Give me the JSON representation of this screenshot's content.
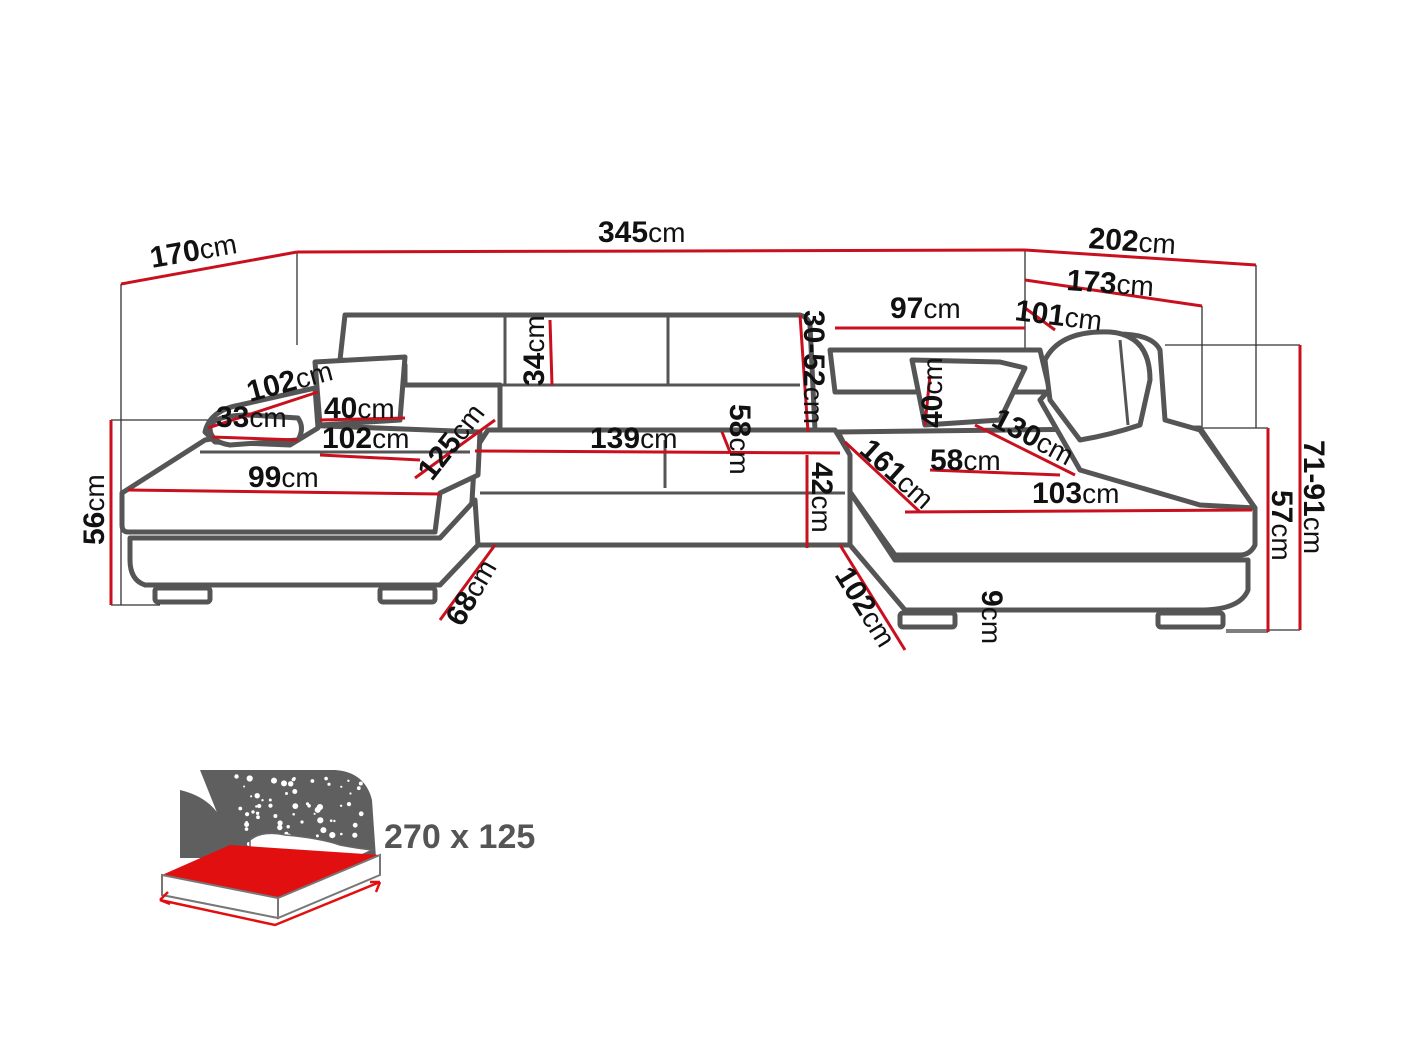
{
  "colors": {
    "dimension_line": "#c8101e",
    "outline": "#555555",
    "mattress": "#e10f0f",
    "night": "#5f5f5f"
  },
  "unit": "cm",
  "dimensions": [
    {
      "id": "total-width",
      "value": "345"
    },
    {
      "id": "left-depth",
      "value": "170"
    },
    {
      "id": "right-depth",
      "value": "202"
    },
    {
      "id": "right-inner-depth",
      "value": "173"
    },
    {
      "id": "right-back-length",
      "value": "101"
    },
    {
      "id": "middle-back-gap",
      "value": "97"
    },
    {
      "id": "backrest-height",
      "value": "34"
    },
    {
      "id": "headrest-adjust",
      "value": "30-52"
    },
    {
      "id": "left-arm-length",
      "value": "102"
    },
    {
      "id": "left-arm-height",
      "value": "33"
    },
    {
      "id": "left-pillow",
      "value": "40"
    },
    {
      "id": "left-seat-depth",
      "value": "102"
    },
    {
      "id": "left-chaise-diagonal",
      "value": "125"
    },
    {
      "id": "left-seat-width",
      "value": "99"
    },
    {
      "id": "left-height",
      "value": "56"
    },
    {
      "id": "left-base-depth",
      "value": "68"
    },
    {
      "id": "center-seat-width",
      "value": "139"
    },
    {
      "id": "center-seat-depth",
      "value": "58"
    },
    {
      "id": "seat-height",
      "value": "42"
    },
    {
      "id": "right-pillow",
      "value": "40"
    },
    {
      "id": "right-arm-length",
      "value": "130"
    },
    {
      "id": "right-chaise-diagonal",
      "value": "161"
    },
    {
      "id": "right-seat-depth",
      "value": "58"
    },
    {
      "id": "right-seat-width",
      "value": "103"
    },
    {
      "id": "right-base-depth",
      "value": "102"
    },
    {
      "id": "leg-height",
      "value": "9"
    },
    {
      "id": "right-height",
      "value": "57"
    },
    {
      "id": "headrest-height",
      "value": "71-91"
    }
  ],
  "bed": {
    "size_label": "270 x 125"
  }
}
